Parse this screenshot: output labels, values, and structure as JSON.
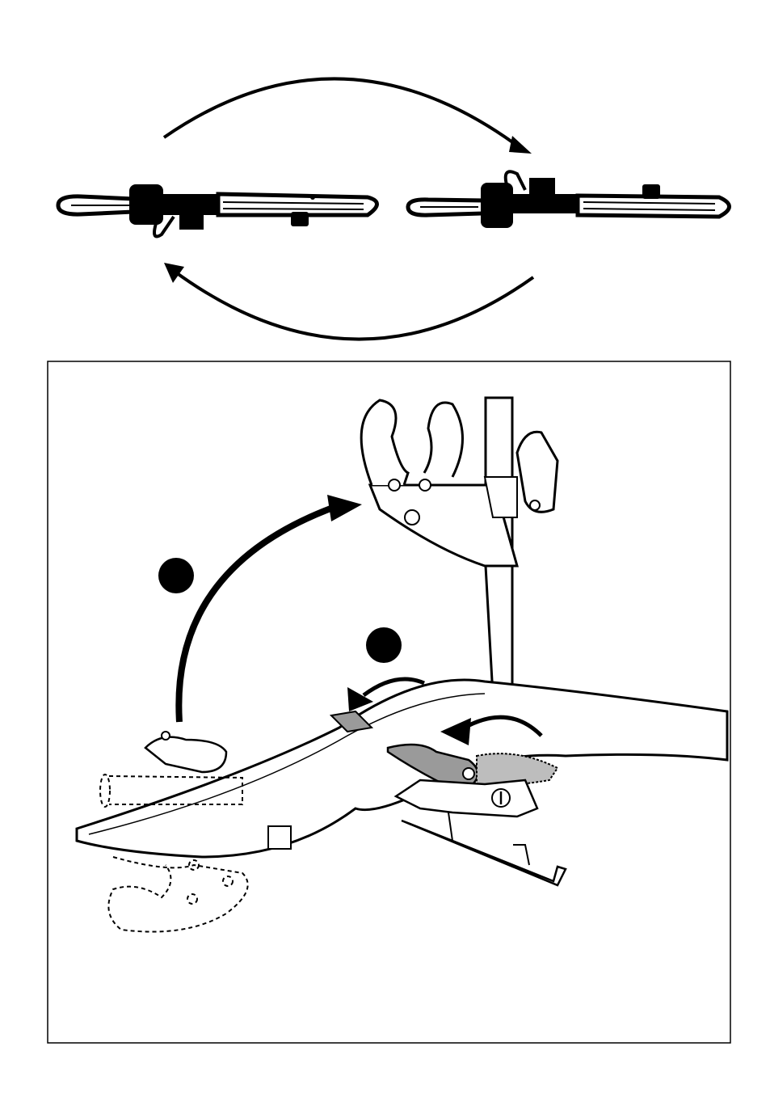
{
  "diagram": {
    "top_view": {
      "left_carrier": "bike-carrier-closed",
      "right_carrier": "bike-carrier-rotated",
      "arrows": [
        "rotate-clockwise-arrow",
        "rotate-counterclockwise-arrow"
      ]
    },
    "detail_view": {
      "step_markers": [
        {
          "id": "step-1",
          "label": ""
        },
        {
          "id": "step-2",
          "label": ""
        }
      ],
      "colors": {
        "ink": "#000000",
        "highlight": "#9a9a9a",
        "paper": "#ffffff"
      }
    }
  }
}
